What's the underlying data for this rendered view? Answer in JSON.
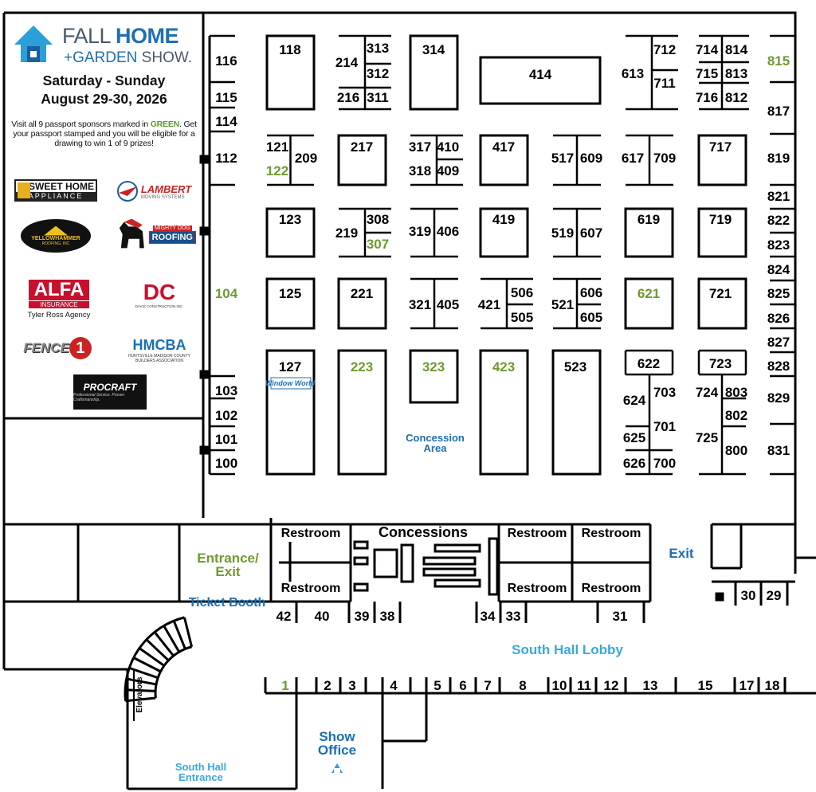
{
  "event": {
    "title_a": "FALL ",
    "title_b": "HOME",
    "subtitle_a": "+GARDEN ",
    "subtitle_b": "SHOW.",
    "dates_line1": "Saturday - Sunday",
    "dates_line2": "August 29-30, 2026",
    "passport_a": "Visit all 9 passport sponsors marked in ",
    "passport_green": "GREEN",
    "passport_b": ". Get your passport stamped and you will be eligible for a drawing to win 1 of 9 prizes!"
  },
  "sponsors": {
    "sweet_home_a": "SWEET HOME",
    "sweet_home_b": "APPLIANCE",
    "lambert": "LAMBERT",
    "lambert_sub": "MOVING SYSTEMS",
    "yellowhammer": "YELLOWHAMMER",
    "yellowhammer_sub": "ROOFING, INC",
    "mighty_dog": "MIGHTY DOG",
    "mighty_dog_b": "ROOFING",
    "alfa": "ALFA",
    "alfa_b": "INSURANCE",
    "alfa_agency": "Tyler Ross Agency",
    "dc": "DC",
    "dc_sub": "DAVIS CONSTRUCTION INC.",
    "fence": "FENCE",
    "fence_num": "1",
    "hmcba": "HMCBA",
    "hmcba_sub": "HUNTSVILLE MADISON COUNTY BUILDERS ASSOCIATION",
    "procraft": "PROCRAFT",
    "procraft_sub": "Professional Service. Proven Craftsmanship."
  },
  "colors": {
    "green": "#6e9a30",
    "blue": "#1b6fb3",
    "light_blue": "#3aa8dd",
    "black": "#000000"
  },
  "booths": [
    {
      "n": "116"
    },
    {
      "n": "115"
    },
    {
      "n": "114"
    },
    {
      "n": "112"
    },
    {
      "n": "104",
      "g": true
    },
    {
      "n": "103"
    },
    {
      "n": "102"
    },
    {
      "n": "101"
    },
    {
      "n": "100"
    },
    {
      "n": "118"
    },
    {
      "n": "121"
    },
    {
      "n": "122",
      "g": true
    },
    {
      "n": "209"
    },
    {
      "n": "123"
    },
    {
      "n": "125"
    },
    {
      "n": "127"
    },
    {
      "n": "214"
    },
    {
      "n": "313"
    },
    {
      "n": "312"
    },
    {
      "n": "216"
    },
    {
      "n": "311"
    },
    {
      "n": "217"
    },
    {
      "n": "219"
    },
    {
      "n": "308"
    },
    {
      "n": "307",
      "g": true
    },
    {
      "n": "221"
    },
    {
      "n": "223",
      "g": true
    },
    {
      "n": "314"
    },
    {
      "n": "317"
    },
    {
      "n": "410"
    },
    {
      "n": "318"
    },
    {
      "n": "409"
    },
    {
      "n": "319"
    },
    {
      "n": "406"
    },
    {
      "n": "321"
    },
    {
      "n": "405"
    },
    {
      "n": "323",
      "g": true
    },
    {
      "n": "414"
    },
    {
      "n": "417"
    },
    {
      "n": "419"
    },
    {
      "n": "421"
    },
    {
      "n": "506"
    },
    {
      "n": "505"
    },
    {
      "n": "423",
      "g": true
    },
    {
      "n": "517"
    },
    {
      "n": "609"
    },
    {
      "n": "519"
    },
    {
      "n": "607"
    },
    {
      "n": "521"
    },
    {
      "n": "606"
    },
    {
      "n": "605"
    },
    {
      "n": "523"
    },
    {
      "n": "613"
    },
    {
      "n": "712"
    },
    {
      "n": "711"
    },
    {
      "n": "617"
    },
    {
      "n": "709"
    },
    {
      "n": "619"
    },
    {
      "n": "621",
      "g": true
    },
    {
      "n": "622"
    },
    {
      "n": "624"
    },
    {
      "n": "703"
    },
    {
      "n": "701"
    },
    {
      "n": "625"
    },
    {
      "n": "626"
    },
    {
      "n": "700"
    },
    {
      "n": "714"
    },
    {
      "n": "814"
    },
    {
      "n": "715"
    },
    {
      "n": "813"
    },
    {
      "n": "716"
    },
    {
      "n": "812"
    },
    {
      "n": "717"
    },
    {
      "n": "719"
    },
    {
      "n": "721"
    },
    {
      "n": "723"
    },
    {
      "n": "724"
    },
    {
      "n": "803"
    },
    {
      "n": "802"
    },
    {
      "n": "725"
    },
    {
      "n": "800"
    },
    {
      "n": "815",
      "g": true
    },
    {
      "n": "817"
    },
    {
      "n": "819"
    },
    {
      "n": "821"
    },
    {
      "n": "822"
    },
    {
      "n": "823"
    },
    {
      "n": "824"
    },
    {
      "n": "825"
    },
    {
      "n": "826"
    },
    {
      "n": "827"
    },
    {
      "n": "828"
    },
    {
      "n": "829"
    },
    {
      "n": "831"
    },
    {
      "n": "42"
    },
    {
      "n": "40"
    },
    {
      "n": "39"
    },
    {
      "n": "38"
    },
    {
      "n": "34"
    },
    {
      "n": "33"
    },
    {
      "n": "31"
    },
    {
      "n": "30"
    },
    {
      "n": "29"
    },
    {
      "n": "1",
      "g": true
    },
    {
      "n": "2"
    },
    {
      "n": "3"
    },
    {
      "n": "4"
    },
    {
      "n": "5"
    },
    {
      "n": "6"
    },
    {
      "n": "7"
    },
    {
      "n": "8"
    },
    {
      "n": "10"
    },
    {
      "n": "11"
    },
    {
      "n": "12"
    },
    {
      "n": "13"
    },
    {
      "n": "15"
    },
    {
      "n": "17"
    },
    {
      "n": "18"
    }
  ],
  "labels": {
    "restroom": "Restroom",
    "concessions": "Concessions",
    "entrance_a": "Entrance/",
    "entrance_b": "Exit",
    "ticket_booth": "Ticket Booth",
    "exit": "Exit",
    "concession_area_a": "Concession",
    "concession_area_b": "Area",
    "south_hall_lobby": "South Hall Lobby",
    "elevators": "Elevators",
    "show_office_a": "Show",
    "show_office_b": "Office",
    "south_hall_entrance_a": "South Hall",
    "south_hall_entrance_b": "Entrance",
    "booth_127_logo": "Window World"
  }
}
